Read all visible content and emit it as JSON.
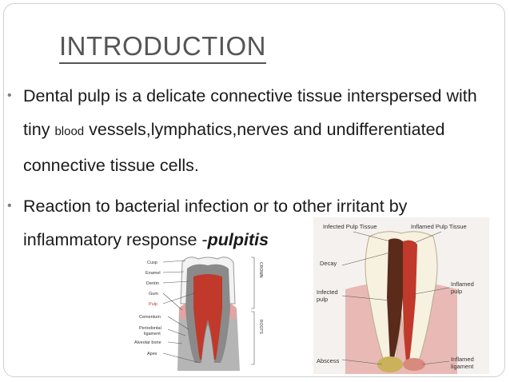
{
  "slide": {
    "title": "INTRODUCTION",
    "bullet1": {
      "part1": "Dental pulp is a delicate connective tissue interspersed with tiny ",
      "small": "blood",
      "part2": " vessels,lymphatics,nerves and undifferentiated connective tissue cells."
    },
    "bullet2": {
      "part1": "Reaction to bacterial infection or to other irritant by inflammatory response -",
      "emphasis": "pulpitis"
    }
  },
  "figure1": {
    "labels": {
      "cusp": "Cusp",
      "enamel": "Enamel",
      "dentin": "Dentin",
      "gum": "Gum",
      "pulp": "Pulp",
      "cementum": "Cementum",
      "periodontal1": "Periodontal",
      "periodontal2": "ligament",
      "alveolar": "Alveolar bone",
      "apex": "Apex",
      "crown": "CROWN",
      "roots": "ROOTS"
    },
    "colors": {
      "pulp": "#c0392b",
      "enamel": "#f2f2f2",
      "dentin": "#8a8a8a"
    }
  },
  "figure2": {
    "labels": {
      "infected_tissue": "Infected Pulp Tissue",
      "inflamed_tissue": "Inflamed Pulp Tissue",
      "decay": "Decay",
      "infected_pulp1": "Infected",
      "infected_pulp2": "pulp",
      "inflamed_pulp1": "Inflamed",
      "inflamed_pulp2": "pulp",
      "abscess": "Abscess",
      "inflamed_ligament1": "Inflamed",
      "inflamed_ligament2": "ligament"
    },
    "colors": {
      "infected": "#5a2a1a",
      "inflamed": "#c0392b",
      "abscess": "#c9b25a"
    }
  }
}
